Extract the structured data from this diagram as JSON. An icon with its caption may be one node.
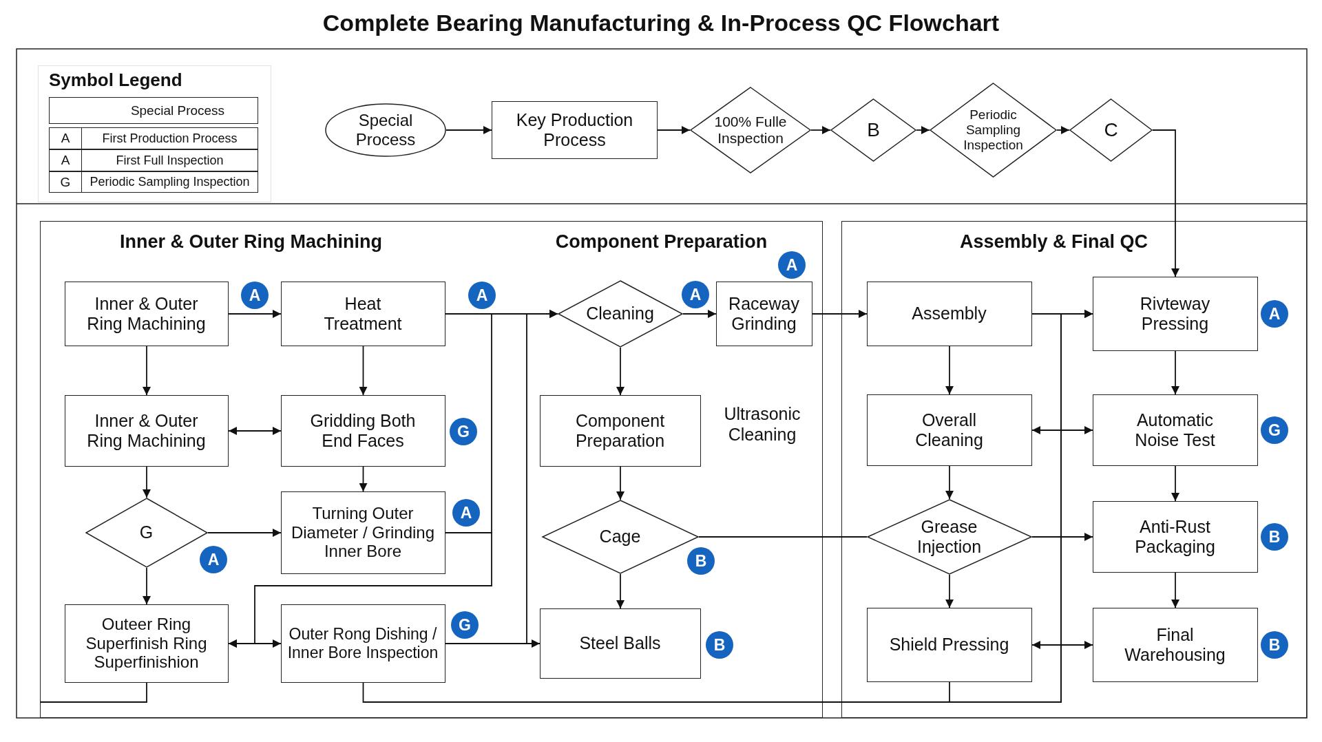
{
  "diagram": {
    "title": "Complete Bearing Manufacturing & In-Process QC Flowchart",
    "nodes": [
      {
        "text": [
          "Special Process"
        ]
      },
      {
        "text": [
          "Key Production Process"
        ]
      },
      {
        "text": [
          "100% Fulle Inspection"
        ]
      },
      {
        "text": [
          "B"
        ]
      },
      {
        "text": [
          "Periodic Sampling Inspection"
        ]
      },
      {
        "text": [
          "C"
        ]
      },
      {
        "text": [
          "Inner & Outer Ring Machining",
          "Component Preparation"
        ]
      },
      {
        "text": [
          "Inner & Outer Ring Machining"
        ],
        "in": 6,
        "beside": [
          "A"
        ]
      },
      {
        "text": [
          "Heat Treatment"
        ],
        "in": 6,
        "beside": [
          "A"
        ]
      },
      {
        "text": [
          "Cleaning"
        ],
        "in": 6,
        "beside": [
          "A"
        ]
      },
      {
        "text": [
          "Raceway Grinding"
        ],
        "in": 6,
        "beside": [
          "A"
        ]
      },
      {
        "text": [
          "Inner & Outer Ring Machining"
        ],
        "in": 6
      },
      {
        "text": [
          "Gridding Both End Faces"
        ],
        "in": 6,
        "beside": [
          "G"
        ]
      },
      {
        "text": [
          "Component Preparation"
        ],
        "in": 6
      },
      {
        "text": [
          "G"
        ],
        "in": 6,
        "beside": [
          "A"
        ]
      },
      {
        "text": [
          "Turning Outer Diameter / Grinding Inner Bore"
        ],
        "in": 6,
        "beside": [
          "A"
        ]
      },
      {
        "text": [
          "Cage"
        ],
        "in": 6,
        "beside": [
          "B"
        ]
      },
      {
        "text": [
          "Outeer Ring Superfinish Ring Superfinishion"
        ],
        "in": 6
      },
      {
        "text": [
          "Outer Rong Dishing / Inner Bore Inspection"
        ],
        "in": 6,
        "beside": [
          "G"
        ]
      },
      {
        "text": [
          "Steel Balls"
        ],
        "in": 6,
        "beside": [
          "B"
        ]
      },
      {
        "text": [
          "Assembly & Final QC"
        ]
      },
      {
        "text": [
          "Assembly"
        ],
        "in": 20
      },
      {
        "text": [
          "Rivteway Pressing"
        ],
        "in": 20,
        "beside": [
          "A"
        ]
      },
      {
        "text": [
          "Overall Cleaning"
        ],
        "in": 20
      },
      {
        "text": [
          "Automatic Noise Test"
        ],
        "in": 20,
        "beside": [
          "G"
        ]
      },
      {
        "text": [
          "Grease Injection"
        ],
        "in": 20
      },
      {
        "text": [
          "Anti-Rust Packaging"
        ],
        "in": 20,
        "beside": [
          "B"
        ]
      },
      {
        "text": [
          "Shield Pressing"
        ],
        "in": 20
      },
      {
        "text": [
          "Final Warehousing"
        ],
        "in": 20,
        "beside": [
          "B"
        ]
      }
    ],
    "edges": [
      {
        "from": 0,
        "to": 1,
        "arrow": "to"
      },
      {
        "from": 1,
        "to": 2,
        "arrow": "to"
      },
      {
        "from": 2,
        "to": 3,
        "arrow": "to"
      },
      {
        "from": 3,
        "to": 4,
        "arrow": "to"
      },
      {
        "from": 4,
        "to": 5,
        "arrow": "to"
      },
      {
        "from": 5,
        "to": 22,
        "arrow": "to"
      },
      {
        "from": 7,
        "to": 8,
        "arrow": "to"
      },
      {
        "from": 7,
        "to": 11,
        "arrow": "to"
      },
      {
        "from": 8,
        "to": 12,
        "arrow": "to"
      },
      {
        "from": 8,
        "to": 9,
        "arrow": "to"
      },
      {
        "from": 11,
        "to": 12,
        "arrow": "both"
      },
      {
        "from": 12,
        "to": 15,
        "arrow": "to"
      },
      {
        "from": 11,
        "to": 14,
        "arrow": "to"
      },
      {
        "from": 14,
        "to": 15,
        "arrow": "to"
      },
      {
        "from": 14,
        "to": 17,
        "arrow": "to"
      },
      {
        "from": 15,
        "to": 9,
        "arrow": "to"
      },
      {
        "from": 15,
        "to": 17,
        "arrow": "to"
      },
      {
        "from": 17,
        "to": 18,
        "arrow": "both"
      },
      {
        "from": 18,
        "to": 19,
        "arrow": "to"
      },
      {
        "from": 18,
        "to": 9,
        "arrow": "to"
      },
      {
        "from": 17,
        "to": 6,
        "arrow": "none"
      },
      {
        "from": 18,
        "to": 22,
        "arrow": "to"
      },
      {
        "from": 27,
        "to": 22,
        "arrow": "to"
      },
      {
        "from": 9,
        "to": 10,
        "arrow": "to"
      },
      {
        "from": 9,
        "to": 13,
        "arrow": "to"
      },
      {
        "from": 13,
        "to": 16,
        "arrow": "to"
      },
      {
        "from": 16,
        "to": 19,
        "arrow": "to"
      },
      {
        "from": 16,
        "to": 25,
        "arrow": "none"
      },
      {
        "from": 10,
        "to": 21,
        "arrow": "to"
      },
      {
        "from": 21,
        "to": 22,
        "arrow": "to"
      },
      {
        "from": 21,
        "to": 23,
        "arrow": "to"
      },
      {
        "from": 23,
        "to": 24,
        "arrow": "both"
      },
      {
        "from": 23,
        "to": 25,
        "arrow": "to"
      },
      {
        "from": 25,
        "to": 26,
        "arrow": "to"
      },
      {
        "from": 25,
        "to": 27,
        "arrow": "to"
      },
      {
        "from": 27,
        "to": 28,
        "arrow": "both"
      },
      {
        "from": 22,
        "to": 24,
        "arrow": "to"
      },
      {
        "from": 24,
        "to": 26,
        "arrow": "to"
      },
      {
        "from": 26,
        "to": 28,
        "arrow": "to"
      }
    ],
    "labels": [
      "Symbol Legend",
      "A",
      "A",
      "G",
      "Ultrasonic Cleaning"
    ],
    "legend": [
      {
        "text": "Special Process"
      },
      {
        "text": "First Production Process"
      },
      {
        "text": "First Full Inspection"
      },
      {
        "text": "Periodic Sampling Inspection"
      }
    ]
  }
}
